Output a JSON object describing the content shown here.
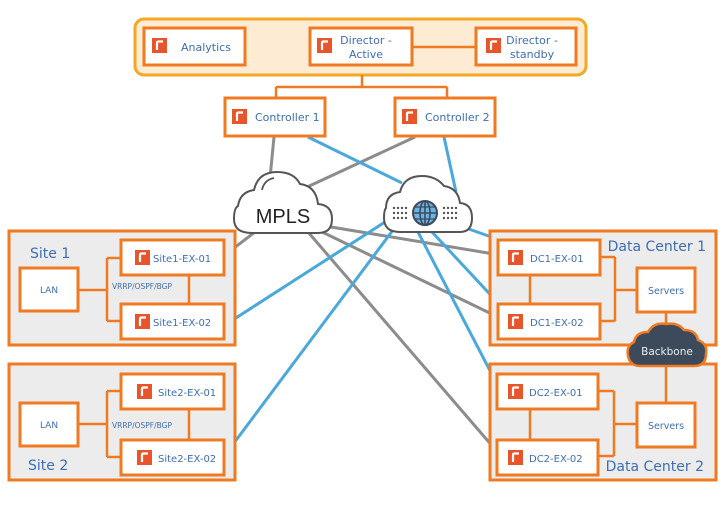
{
  "diagram": {
    "management": {
      "analytics": "Analytics",
      "director_active": [
        "Director -",
        "Active"
      ],
      "director_standby": [
        "Director -",
        "standby"
      ]
    },
    "controllers": [
      "Controller 1",
      "Controller 2"
    ],
    "transports": {
      "mpls": "MPLS",
      "internet_icon": "globe-icon"
    },
    "site1": {
      "title": "Site 1",
      "lan": "LAN",
      "protocol": "VRRP/OSPF/BGP",
      "edge1": "Site1-EX-01",
      "edge2": "Site1-EX-02"
    },
    "site2": {
      "title": "Site 2",
      "lan": "LAN",
      "protocol": "VRRP/OSPF/BGP",
      "edge1": "Site2-EX-01",
      "edge2": "Site2-EX-02"
    },
    "dc1": {
      "title": "Data Center 1",
      "servers": "Servers",
      "edge1": "DC1-EX-01",
      "edge2": "DC1-EX-02"
    },
    "dc2": {
      "title": "Data Center 2",
      "servers": "Servers",
      "edge1": "DC2-EX-01",
      "edge2": "DC2-EX-02"
    },
    "backbone": "Backbone",
    "colors": {
      "orange": "#f07a22",
      "icon_orange": "#e8552b",
      "mgmt_fill": "#fdecd3",
      "site_fill": "#ececec",
      "mpls_link": "#8c8c8c",
      "internet_link": "#4aa8dc",
      "text_blue": "#3f6eb0",
      "backbone_fill": "#3c4a5c"
    },
    "links": {
      "mpls": [
        "Controller 1",
        "Controller 2",
        "Site1-EX-01",
        "DC1-EX-01",
        "DC1-EX-02",
        "DC2-EX-02"
      ],
      "internet": [
        "Controller 1",
        "Controller 2",
        "Site1-EX-02",
        "Site2-EX-02",
        "DC1-EX-01",
        "DC1-EX-02",
        "DC2-EX-01"
      ]
    }
  }
}
